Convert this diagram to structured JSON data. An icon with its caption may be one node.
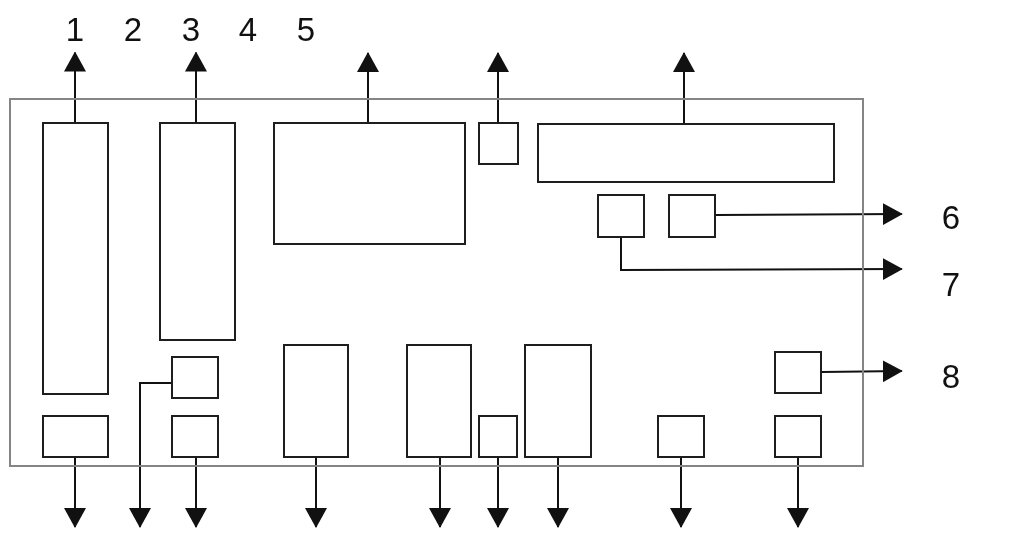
{
  "diagram": {
    "nodes": [
      {
        "text": [
          "1"
        ]
      },
      {
        "text": [
          "3"
        ]
      },
      {
        "text": [],
        "shape": "box"
      },
      {
        "text": [],
        "shape": "box",
        "in": 2
      },
      {
        "text": [],
        "shape": "box",
        "in": 2
      },
      {
        "text": [],
        "shape": "box",
        "in": 2
      },
      {
        "text": [],
        "shape": "box",
        "in": 2
      },
      {
        "text": [],
        "shape": "box",
        "in": 2
      },
      {
        "text": [],
        "shape": "box",
        "in": 2
      },
      {
        "text": [],
        "shape": "box",
        "in": 2
      },
      {
        "text": [
          "6"
        ]
      },
      {
        "text": [
          "7"
        ]
      },
      {
        "text": [],
        "shape": "box",
        "in": 2
      },
      {
        "text": [],
        "shape": "box",
        "in": 2
      },
      {
        "text": [],
        "shape": "box",
        "in": 2
      },
      {
        "text": [],
        "shape": "box",
        "in": 2
      },
      {
        "text": [],
        "shape": "box",
        "in": 2
      },
      {
        "text": [
          "8"
        ]
      },
      {
        "text": [],
        "shape": "box",
        "in": 2
      },
      {
        "text": [],
        "shape": "box",
        "in": 2
      },
      {
        "text": [],
        "shape": "box",
        "in": 2
      },
      {
        "text": [],
        "shape": "box",
        "in": 2
      },
      {
        "text": [],
        "shape": "box",
        "in": 2
      }
    ],
    "edges": [
      {
        "from": 3,
        "to": 0,
        "arrow": "to"
      },
      {
        "from": 4,
        "to": 1,
        "arrow": "to"
      },
      {
        "from": 5,
        "to": null,
        "arrow": "to"
      },
      {
        "from": 6,
        "to": null,
        "arrow": "to"
      },
      {
        "from": 7,
        "to": null,
        "arrow": "to"
      },
      {
        "from": 9,
        "to": 10,
        "arrow": "to"
      },
      {
        "from": 8,
        "to": 11,
        "arrow": "to"
      },
      {
        "from": 15,
        "to": 17,
        "arrow": "to"
      },
      {
        "from": 18,
        "to": null,
        "arrow": "to"
      },
      {
        "from": 16,
        "to": null,
        "arrow": "to"
      },
      {
        "from": 19,
        "to": null,
        "arrow": "to"
      },
      {
        "from": 12,
        "to": null,
        "arrow": "to"
      },
      {
        "from": 13,
        "to": null,
        "arrow": "to"
      },
      {
        "from": 20,
        "to": null,
        "arrow": "to"
      },
      {
        "from": 14,
        "to": null,
        "arrow": "to"
      },
      {
        "from": 21,
        "to": null,
        "arrow": "to"
      },
      {
        "from": 22,
        "to": null,
        "arrow": "to"
      }
    ],
    "labels": [
      "2",
      "4",
      "5"
    ]
  }
}
